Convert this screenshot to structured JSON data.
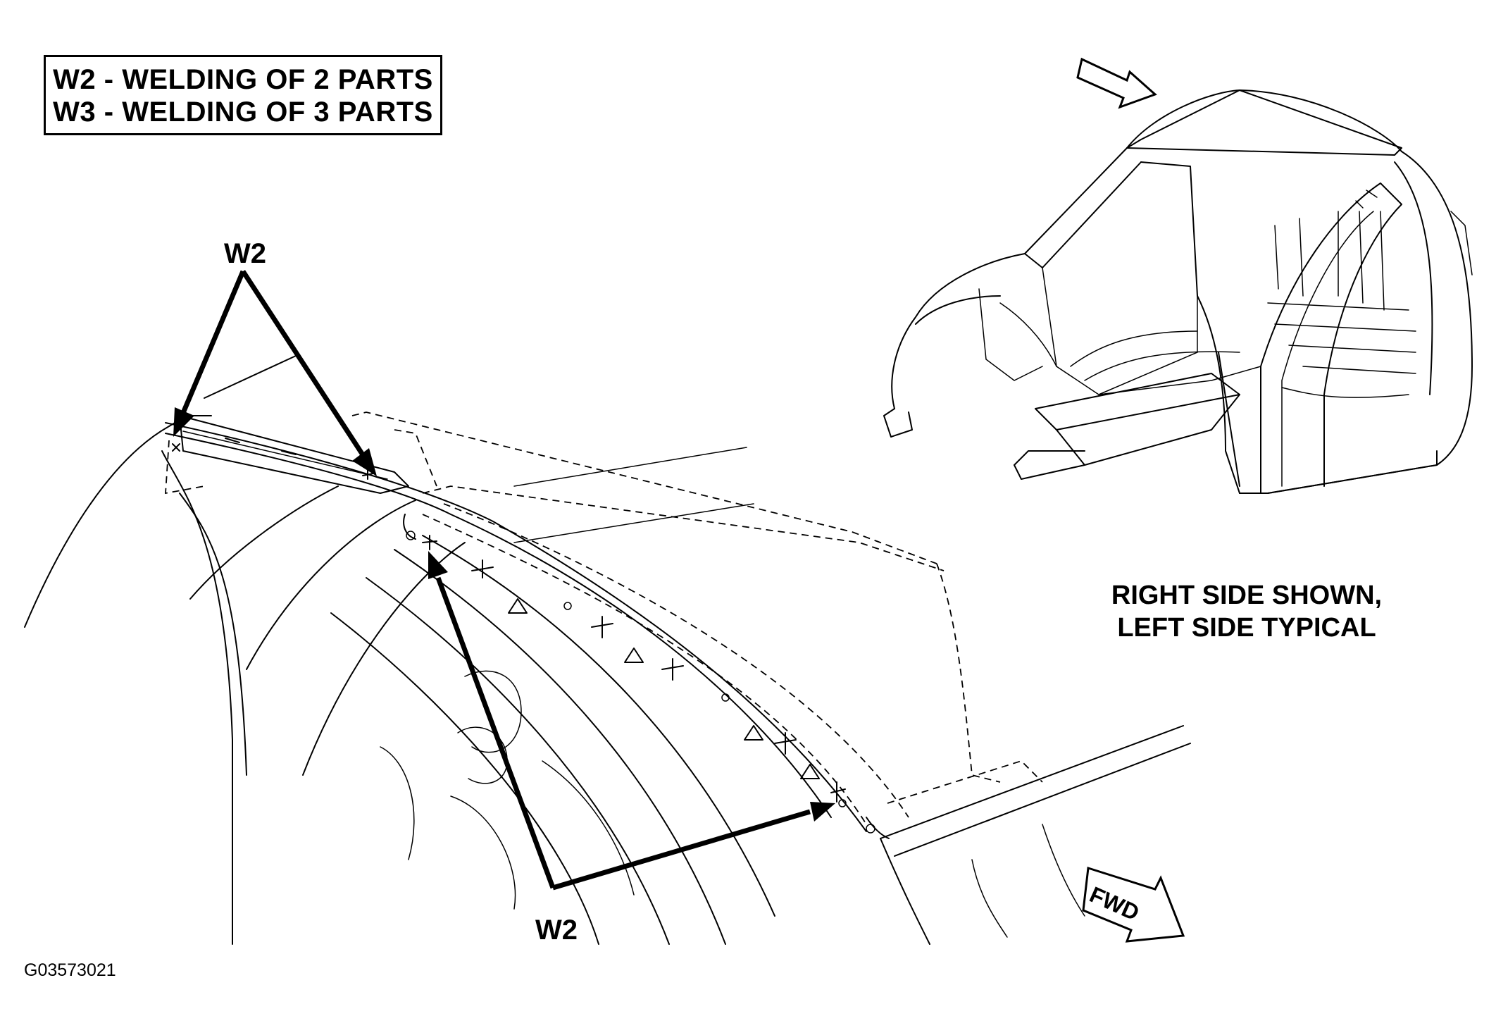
{
  "legend": {
    "line1": "W2 - WELDING OF 2 PARTS",
    "line2": "W3 - WELDING OF 3 PARTS"
  },
  "callouts": {
    "top_label": "W2",
    "bottom_label": "W2"
  },
  "note": {
    "line1": "RIGHT SIDE SHOWN,",
    "line2": "LEFT SIDE TYPICAL"
  },
  "fwd_label": "FWD",
  "figure_id": "G03573021"
}
